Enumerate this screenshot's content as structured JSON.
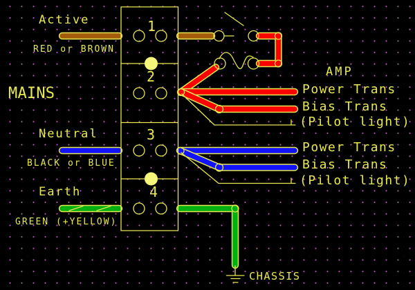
{
  "colors": {
    "background": "#000000",
    "grid_dot": "#c760c7",
    "line_yellow": "#e8e850",
    "dot_fill": "#f6f67a",
    "active_brown": "#a25c0a",
    "switched_red": "#ff0000",
    "neutral_blue": "#1212ff",
    "earth_green": "#00b010"
  },
  "mains_section": {
    "title": "MAINS",
    "active": {
      "label": "Active",
      "wire_colors": "RED or BROWN"
    },
    "neutral": {
      "label": "Neutral",
      "wire_colors": "BLACK or BLUE"
    },
    "earth": {
      "label": "Earth",
      "wire_colors": "GREEN (+YELLOW)"
    }
  },
  "terminal_block": {
    "terminals": [
      {
        "number": "1"
      },
      {
        "number": "2"
      },
      {
        "number": "3"
      },
      {
        "number": "4"
      }
    ]
  },
  "amp_section": {
    "title": "AMP",
    "switched_active_outputs": [
      "Power Trans",
      "Bias Trans",
      "(Pilot light)"
    ],
    "neutral_outputs": [
      "Power Trans",
      "Bias Trans",
      "(Pilot light)"
    ],
    "chassis_label": "CHASSIS"
  },
  "symbols": {
    "power_switch": "spst-switch-symbol",
    "fuse": "fuse-squiggle-symbol",
    "chassis_ground": "earth-ground-symbol",
    "terminal_block": "4-way-terminal-strip"
  }
}
